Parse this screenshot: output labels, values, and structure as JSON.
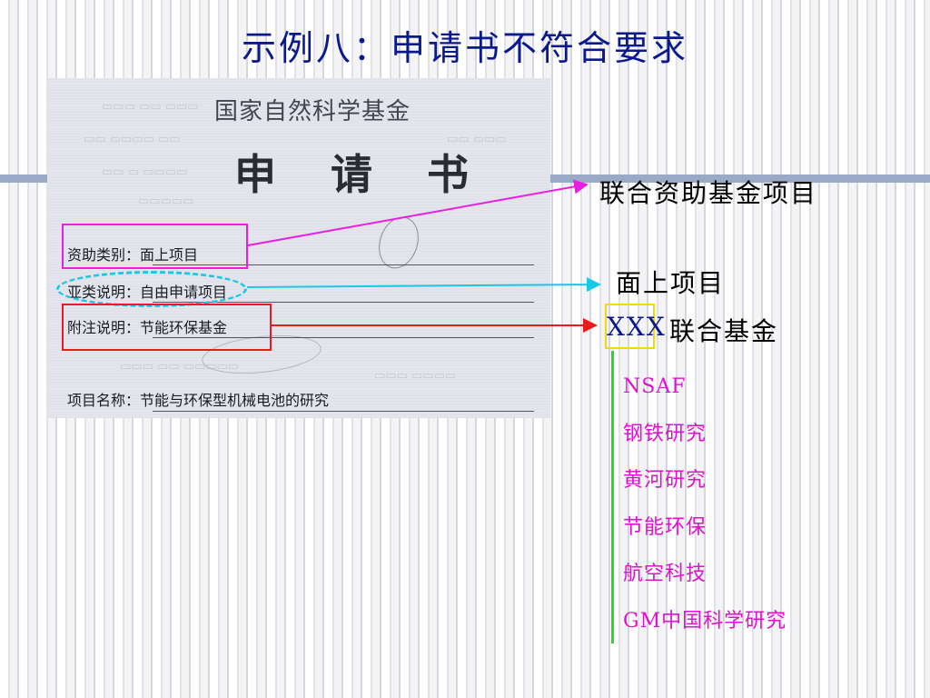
{
  "slide": {
    "title": "示例八：申请书不符合要求"
  },
  "document": {
    "heading": "国家自然科学基金",
    "title": "申 请 书",
    "fields": [
      {
        "label": "资助类别：",
        "value": "面上项目"
      },
      {
        "label": "亚类说明：",
        "value": "自由申请项目"
      },
      {
        "label": "附注说明：",
        "value": "节能环保基金"
      },
      {
        "label": "项目名称：",
        "value": "节能与环保型机械电池的研究"
      }
    ]
  },
  "annotations": {
    "funding_category_target": "联合资助基金项目",
    "subcategory_target": "面上项目",
    "note_target_placeholder": "XXX",
    "note_target_suffix": "联合基金",
    "fund_examples": [
      "NSAF",
      "钢铁研究",
      "黄河研究",
      "节能环保",
      "航空科技",
      "GM中国科学研究"
    ]
  },
  "colors": {
    "title": "#0a1a8c",
    "magenta": "#e81ee0",
    "cyan": "#19c8e6",
    "red": "#e81c1c",
    "yellow": "#f2d90c",
    "green": "#22dd22",
    "list_text": "#e010d0"
  }
}
